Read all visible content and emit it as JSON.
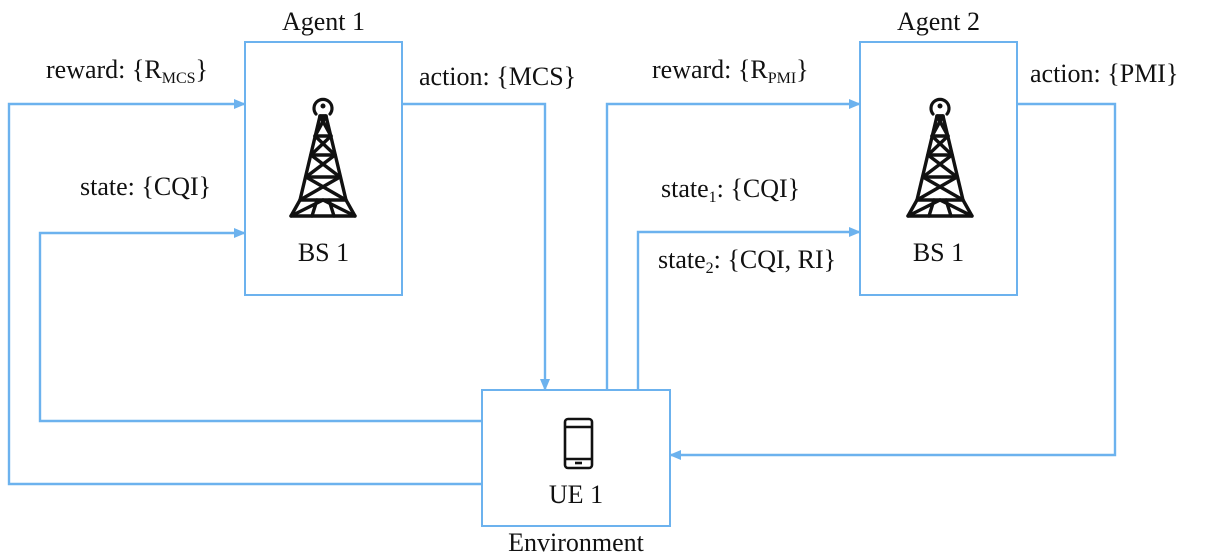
{
  "colors": {
    "box_stroke": "#6cb2ee",
    "arrow": "#6cb2ee",
    "icon": "#111111",
    "text": "#111111"
  },
  "agent1": {
    "title": "Agent 1",
    "node_label": "BS 1",
    "icon": "cell-tower-icon",
    "reward": {
      "prefix": "reward: {R",
      "sub": "MCS",
      "suffix": "}"
    },
    "state": "state: {CQI}",
    "action": "action: {MCS}"
  },
  "agent2": {
    "title": "Agent 2",
    "node_label": "BS 1",
    "icon": "cell-tower-icon",
    "reward": {
      "prefix": "reward: {R",
      "sub": "PMI",
      "suffix": "}"
    },
    "state1": {
      "prefix": "state",
      "sub": "1",
      "suffix": ": {CQI}"
    },
    "state2": {
      "prefix": "state",
      "sub": "2",
      "suffix": ": {CQI, RI}"
    },
    "action": "action: {PMI}"
  },
  "environment": {
    "title": "Environment",
    "node_label": "UE 1",
    "icon": "smartphone-icon"
  }
}
